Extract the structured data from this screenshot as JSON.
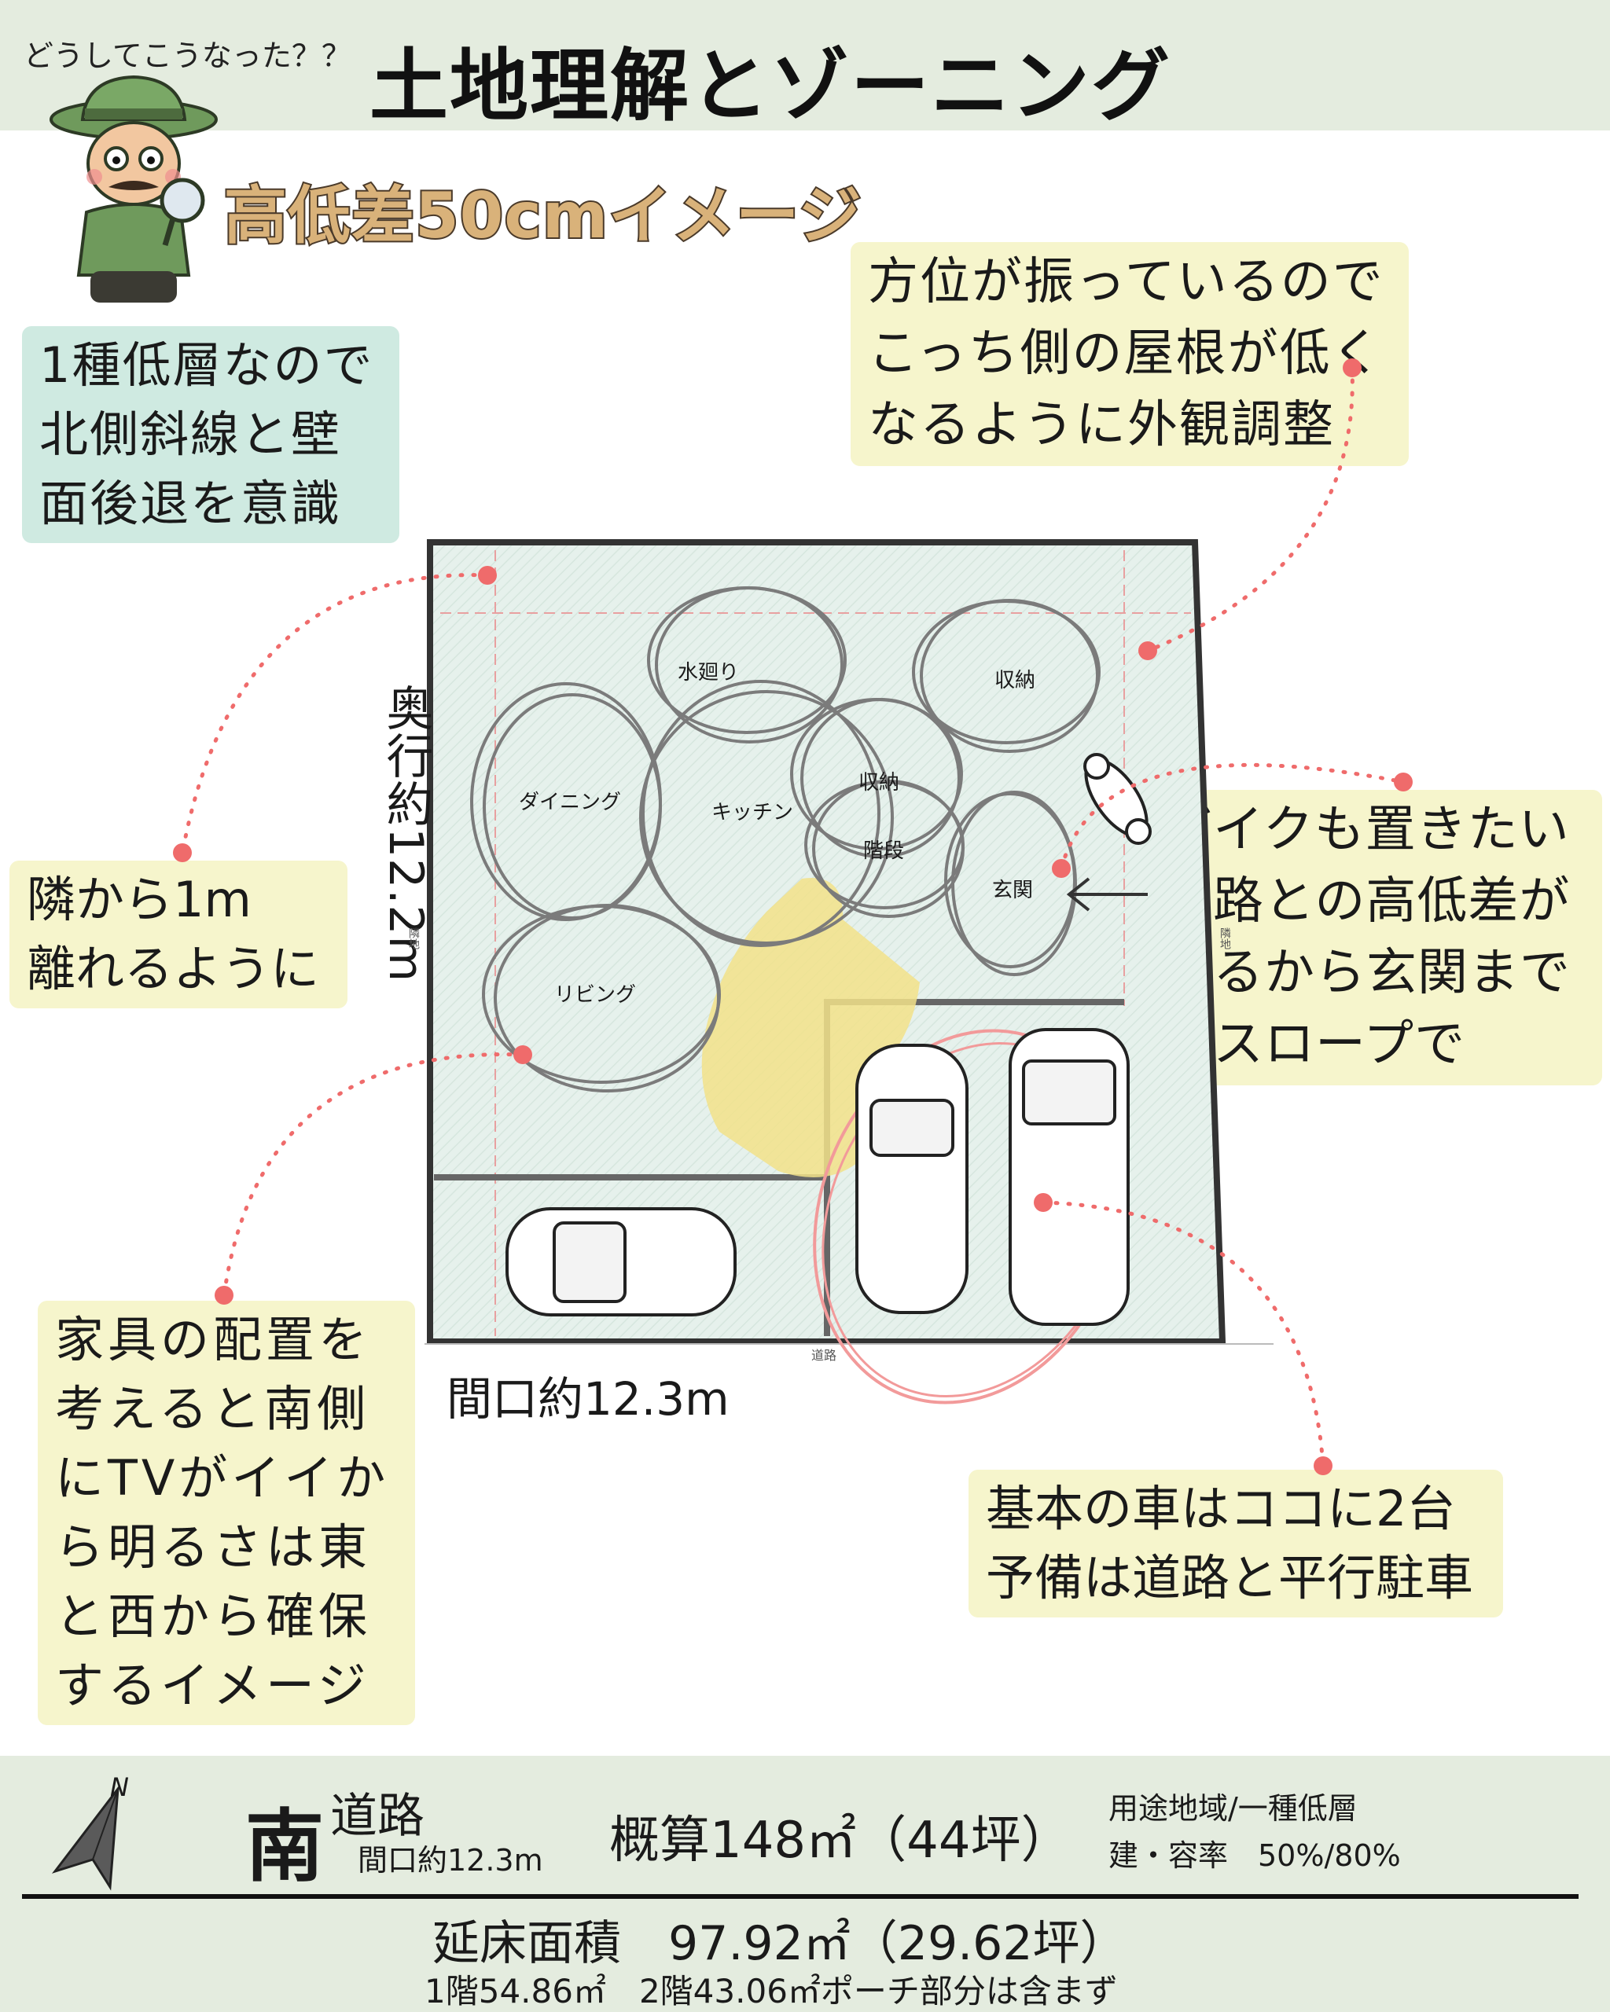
{
  "header": {
    "pre_title": "どうしてこうなった？？",
    "title": "土地理解とゾーニング"
  },
  "subtitle": "高低差50cmイメージ",
  "notes": {
    "zoning": [
      "1種低層なので",
      "北側斜線と壁",
      "面後退を意識"
    ],
    "azimuth": [
      "方位が振っているので",
      "こっち側の屋根が低く",
      "なるように外観調整"
    ],
    "neighbor": [
      "隣から1m",
      "離れるように"
    ],
    "bike": [
      "バイクも置きたい",
      "道路との高低差が",
      "あるから玄関まで",
      "はスロープで"
    ],
    "furniture": [
      "家具の配置を",
      "考えると南側",
      "にTVがイイか",
      "ら明るさは東",
      "と西から確保",
      "するイメージ"
    ],
    "parking": [
      "基本の車はココに2台",
      "予備は道路と平行駐車"
    ]
  },
  "plan": {
    "depth_label": "奥行約12.2m",
    "frontage_label": "間口約12.3m",
    "road_label": "道路",
    "neighbor_tag_left": "隣地",
    "neighbor_tag_right": "隣地",
    "rooms": [
      "水廻り",
      "収納",
      "ダイニング",
      "キッチン",
      "収納",
      "階段",
      "玄関",
      "リビング"
    ]
  },
  "footer": {
    "compass_label": "N",
    "direction": "南",
    "road_word": "道路",
    "frontage": "間口約12.3m",
    "area_approx": "概算148㎡（44坪）",
    "zone_type": "用途地域/一種低層",
    "ratio": "建・容率　50%/80%",
    "floor_area": "延床面積　97.92㎡（29.62坪）",
    "floor_detail": "1階54.86㎡　2階43.06㎡ポーチ部分は含まず"
  },
  "colors": {
    "header_bg": "#e4ecdf",
    "note_yellow": "#f6f5cc",
    "note_mint": "#cfeae1",
    "dot_red": "#ef6b6b",
    "lot_fill": "#e6f1ec",
    "sun_yellow": "#f2e28a"
  }
}
